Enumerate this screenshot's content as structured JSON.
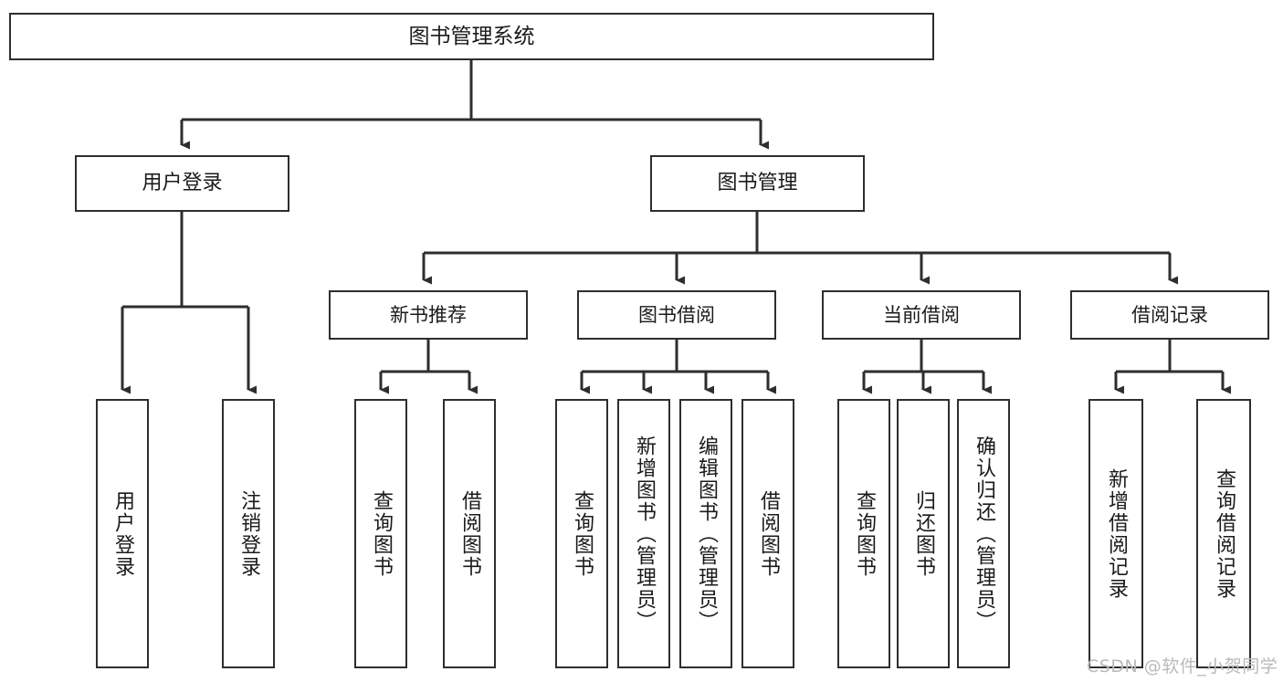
{
  "diagram": {
    "title": "图书管理系统",
    "type": "hierarchy-tree",
    "colors": {
      "stroke": "#2e2e2e",
      "fill": "#ffffff",
      "text": "#1a1a1a",
      "watermark": "#b9b9b9"
    },
    "root": {
      "label": "图书管理系统"
    },
    "level1": [
      {
        "label": "用户登录"
      },
      {
        "label": "图书管理"
      }
    ],
    "level2": [
      {
        "label": "新书推荐"
      },
      {
        "label": "图书借阅"
      },
      {
        "label": "当前借阅"
      },
      {
        "label": "借阅记录"
      }
    ],
    "leaves": {
      "user_login": [
        {
          "label": "用户登录"
        },
        {
          "label": "注销登录"
        }
      ],
      "new_book": [
        {
          "label": "查询图书"
        },
        {
          "label": "借阅图书"
        }
      ],
      "book_borrow": [
        {
          "label": "查询图书"
        },
        {
          "label": "新增图书（管理员）"
        },
        {
          "label": "编辑图书（管理员）"
        },
        {
          "label": "借阅图书"
        }
      ],
      "current_borrow": [
        {
          "label": "查询图书"
        },
        {
          "label": "归还图书"
        },
        {
          "label": "确认归还（管理员）"
        }
      ],
      "borrow_record": [
        {
          "label": "新增借阅记录"
        },
        {
          "label": "查询借阅记录"
        }
      ]
    },
    "watermark": "CSDN @软件_小贺同学"
  }
}
